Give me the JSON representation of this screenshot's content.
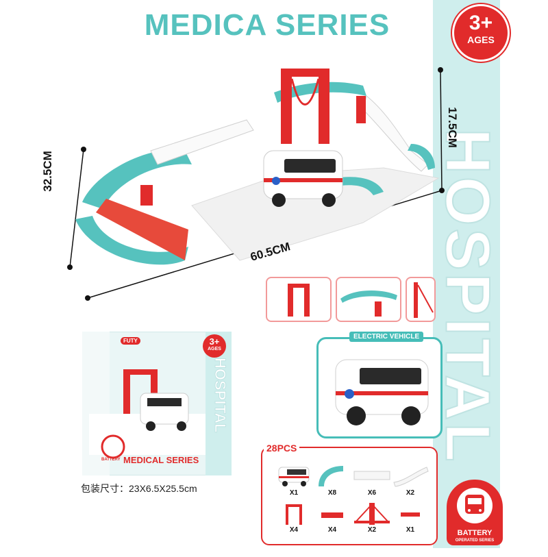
{
  "title": "MEDICA SERIES",
  "side_banner": "HOSPITAL",
  "age_badge": {
    "main": "3+",
    "sub": "AGES"
  },
  "dimensions": {
    "width": "60.5CM",
    "depth": "32.5CM",
    "height": "17.5CM"
  },
  "electric_vehicle_label": "ELECTRIC VEHICLE",
  "package": {
    "brand_tag": "FUTY",
    "box_series": "MEDICAL SERIES",
    "box_side": "HOSPITAL",
    "box_age_main": "3+",
    "box_age_sub": "AGES",
    "size_text": "包装尺寸：23X6.5X25.5cm",
    "box_battery": "BATTERY"
  },
  "parts": {
    "total": "28PCS",
    "row1": [
      {
        "icon": "ambulance-icon",
        "qty": "X1"
      },
      {
        "icon": "curved-track-icon",
        "qty": "X8"
      },
      {
        "icon": "straight-track-icon",
        "qty": "X6"
      },
      {
        "icon": "slope-track-icon",
        "qty": "X2"
      }
    ],
    "row2": [
      {
        "icon": "pillar-icon",
        "qty": "X4"
      },
      {
        "icon": "support-icon",
        "qty": "X4"
      },
      {
        "icon": "bridge-tower-icon",
        "qty": "X2"
      },
      {
        "icon": "connector-icon",
        "qty": "X1"
      }
    ]
  },
  "battery": {
    "line1": "BATTERY",
    "line2": "OPERATED SERIES"
  },
  "colors": {
    "teal": "#56c2be",
    "red": "#e12b2b",
    "banner": "#cfeeed"
  }
}
